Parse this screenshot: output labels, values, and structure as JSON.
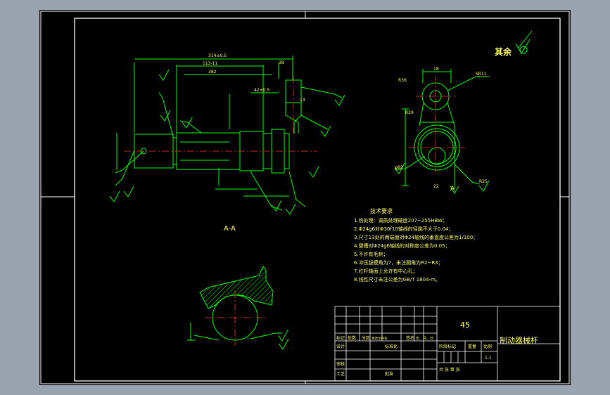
{
  "drawing": {
    "surface_note": "其余",
    "section_label": "A-A",
    "view_label": "A",
    "dims_main": [
      "314±0.5",
      "113-11",
      "382",
      "38",
      "42±0.5",
      "13"
    ],
    "dims_right": [
      "18",
      "R36",
      "R29",
      "φ82",
      "SR11",
      "R25",
      "22"
    ],
    "tech_req": {
      "title": "技术要求",
      "items": [
        "1.热处理：调质处理硬度207~255HBW；",
        "2.Φ24g6对Φ30f10轴线的径跳不大于0.04；",
        "3.尺寸13处的两端面对Φ24轴线的垂直度公差为1/100；",
        "4.键槽对Φ24g6轴线的对称度公差为0.05；",
        "5.不许有毛刺；",
        "6.冲压拔模角为7，未注圆角为R2~R3；",
        "7.杠杆轴面上允许有中心孔；",
        "8.线性尺寸未注公差为GB/T 1804-m。"
      ]
    },
    "title_block": {
      "material": "45",
      "part_name": "制动器械杆",
      "row_labels": [
        "标记",
        "处数",
        "分区",
        "更改文件号",
        "签名",
        "年、月、日"
      ],
      "design": "设计",
      "standardize": "标准化",
      "review": "审核",
      "craft": "工艺",
      "approve": "批准",
      "stage_mark": "阶段标记",
      "weight": "重量",
      "scale": "比例",
      "scale_value": "1:1",
      "sheets": "共    张  第    张"
    }
  },
  "colors": {
    "background": "#9aa4b1",
    "sheet": "#000000",
    "frame": "#ffffff",
    "geometry": "#00ff00",
    "center": "#ff3333",
    "text": "#ffff66"
  }
}
